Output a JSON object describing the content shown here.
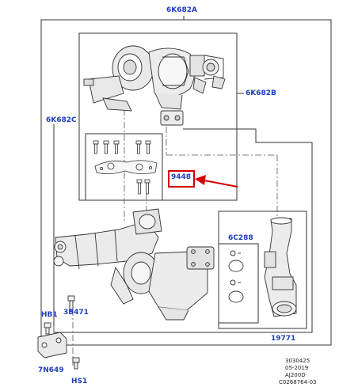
{
  "labels": {
    "assembly_main": "6K682A",
    "turbo_upper": "6K682B",
    "kit_left": "6K682C",
    "gasket": "9448",
    "oring_kit": "6C288",
    "pipe": "19771",
    "bolt_left": "3B471",
    "stud_hb1": "HB1",
    "bracket": "7N649",
    "stud_hs1": "HS1"
  },
  "reference": {
    "line1": "3030425",
    "line2": "05-2019",
    "line3": "AJ200D",
    "line4": "C0268764-03"
  },
  "colors": {
    "label_blue": "#1f3fbf",
    "highlight_red": "#d40000",
    "line_gray": "#333333"
  }
}
